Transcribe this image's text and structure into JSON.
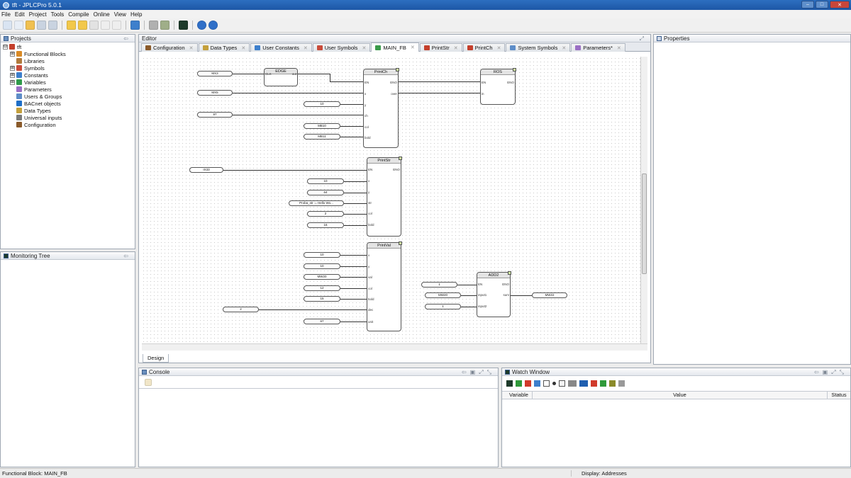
{
  "window": {
    "title": "tft - JPLCPro 5.0.1",
    "min": "–",
    "max": "□",
    "close": "✕"
  },
  "menu": [
    "File",
    "Edit",
    "Project",
    "Tools",
    "Compile",
    "Online",
    "View",
    "Help"
  ],
  "projects": {
    "title": "Projects",
    "items": [
      {
        "label": "tft",
        "level": 0,
        "expander": "⊟",
        "color": "#c43f2c"
      },
      {
        "label": "Functional Blocks",
        "level": 1,
        "expander": "⊞",
        "color": "#d98a25"
      },
      {
        "label": "Libraries",
        "level": 1,
        "expander": "",
        "color": "#b07a3c"
      },
      {
        "label": "Symbols",
        "level": 1,
        "expander": "⊞",
        "color": "#c94b3a"
      },
      {
        "label": "Constants",
        "level": 1,
        "expander": "⊞",
        "color": "#3d7fcc"
      },
      {
        "label": "Variables",
        "level": 1,
        "expander": "⊞",
        "color": "#2f9a4a"
      },
      {
        "label": "Parameters",
        "level": 1,
        "expander": "",
        "color": "#9a6fc4"
      },
      {
        "label": "Users & Groups",
        "level": 1,
        "expander": "",
        "color": "#5e8dc8"
      },
      {
        "label": "BACnet objects",
        "level": 1,
        "expander": "",
        "color": "#1f6fc8"
      },
      {
        "label": "Data Types",
        "level": 1,
        "expander": "",
        "color": "#c4a03c"
      },
      {
        "label": "Universal inputs",
        "level": 1,
        "expander": "",
        "color": "#7a7a7a"
      },
      {
        "label": "Configuration",
        "level": 1,
        "expander": "",
        "color": "#8a5a2a"
      }
    ]
  },
  "monitoring": {
    "title": "Monitoring Tree"
  },
  "editor": {
    "title": "Editor",
    "tabs": [
      {
        "label": "Configuration",
        "color": "#8a5a2a",
        "active": false
      },
      {
        "label": "Data Types",
        "color": "#c4a03c",
        "active": false
      },
      {
        "label": "User Constants",
        "color": "#3d7fcc",
        "active": false
      },
      {
        "label": "User Symbols",
        "color": "#c94b3a",
        "active": false
      },
      {
        "label": "MAIN_FB",
        "color": "#3a9a4a",
        "active": true
      },
      {
        "label": "PrintStr",
        "color": "#c43f2c",
        "active": false
      },
      {
        "label": "PrintCh",
        "color": "#c43f2c",
        "active": false
      },
      {
        "label": "System Symbols",
        "color": "#5e8dc8",
        "active": false
      },
      {
        "label": "Parameters*",
        "color": "#9a6fc4",
        "active": false
      }
    ],
    "close_glyph": "✕",
    "design_tab": "Design"
  },
  "diagram": {
    "blocks": {
      "edge": {
        "title": "EDGE",
        "pins_in": [
          "CLK"
        ],
        "pins_out": [
          "out"
        ]
      },
      "printch": {
        "title": "PrintCh",
        "pins_in": [
          "EN",
          "x",
          "y",
          "ch",
          "col",
          "bold"
        ],
        "pins_out": [
          "ENO",
          "over"
        ]
      },
      "ros": {
        "title": "ROS",
        "pins_in": [
          "EN",
          "in"
        ],
        "pins_out": [
          "ENO"
        ]
      },
      "printstr": {
        "title": "PrintStr",
        "pins_in": [
          "EN",
          "x",
          "y",
          "str",
          "col",
          "bold"
        ],
        "pins_out": [
          "ENO"
        ]
      },
      "printval": {
        "title": "PrintVal",
        "pins_in": [
          "x",
          "y",
          "val",
          "col",
          "bold",
          "dec",
          "unit"
        ],
        "pins_out": []
      },
      "add2": {
        "title": "ADD2",
        "pins_in": [
          "EN",
          "input1",
          "input2"
        ],
        "pins_out": [
          "ENO",
          "sum"
        ]
      }
    },
    "vars": {
      "mx3": "MX3",
      "mx5": "MX5",
      "v10a": "10",
      "v97": "97",
      "mb10": "MB10",
      "mb11": "MB11",
      "ix33": "IX33",
      "v10b": "10",
      "v64": "64",
      "str": "Proba_str := Hello Wo...",
      "v2a": "2",
      "v16": "16",
      "v10c": "10",
      "v10d": "10",
      "mw20": "MW20",
      "v12": "12",
      "v15": "15",
      "v2b": "2",
      "v67": "67",
      "v1a": "1",
      "mw20b": "MW20",
      "v1b": "1",
      "mw22": "MW22"
    }
  },
  "properties": {
    "title": "Properties"
  },
  "console": {
    "title": "Console"
  },
  "watch": {
    "title": "Watch Window",
    "columns": [
      "Variable",
      "Value",
      "Status"
    ]
  },
  "status": {
    "left": "Functional Block: MAIN_FB",
    "right": "Display: Addresses"
  }
}
